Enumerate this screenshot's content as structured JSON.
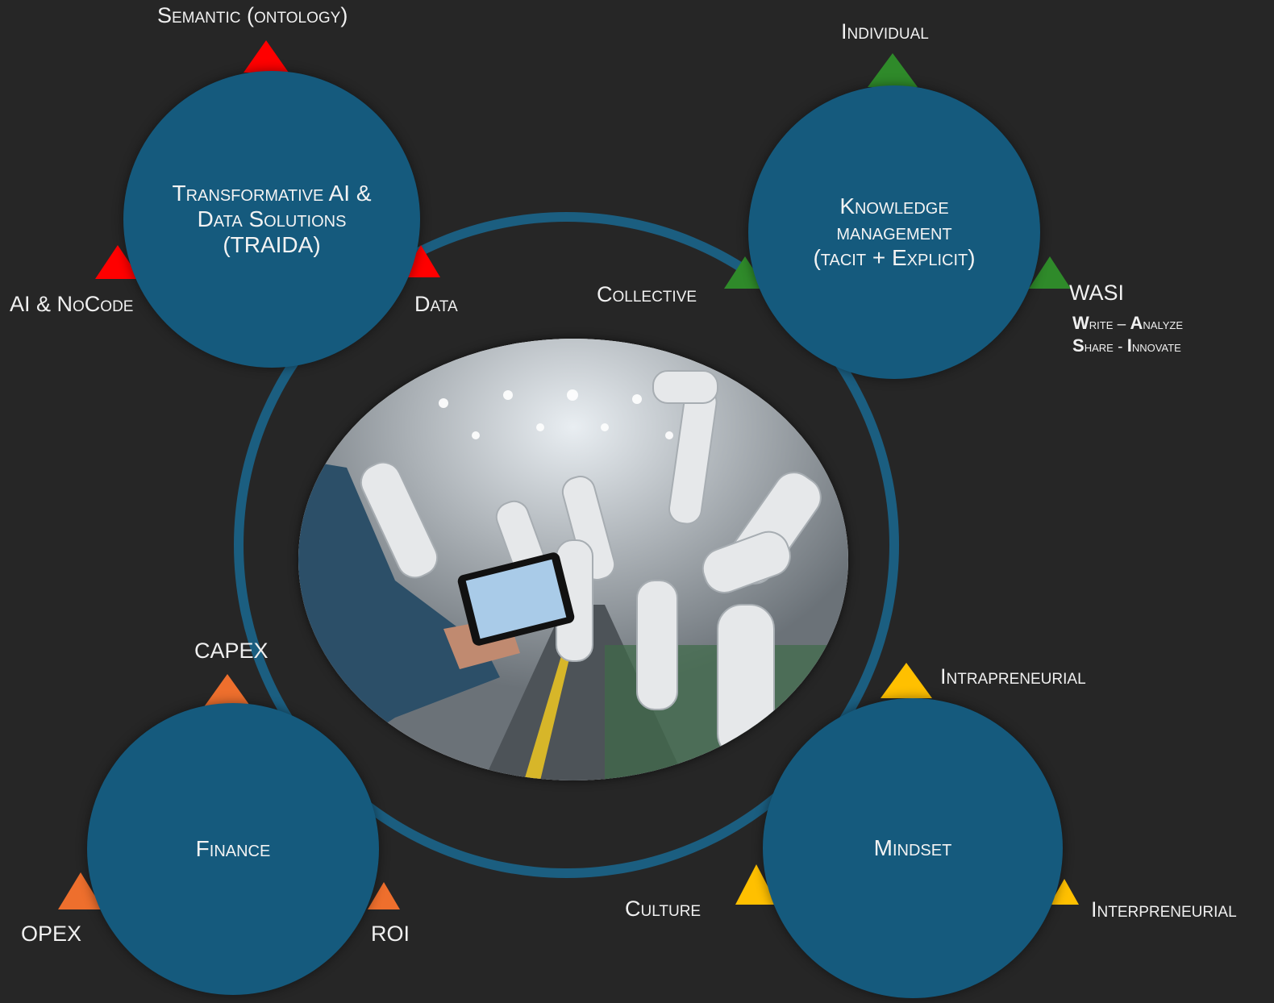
{
  "colors": {
    "background": "#262626",
    "node_fill": "#155a7d",
    "ring": "#1b5e80",
    "red": "#ff0000",
    "green": "#2f8a2a",
    "orange": "#ee6f2d",
    "yellow": "#ffc000"
  },
  "nodes": {
    "traida": "Transformative AI &\nData Solutions\n(TRAIDA)",
    "knowledge": "Knowledge\nmanagement\n(tacit + Explicit)",
    "finance": "Finance",
    "mindset": "Mindset"
  },
  "labels": {
    "semantic": "Semantic (ontology)",
    "ai_nocode": "AI & NoCode",
    "data": "Data",
    "individual": "Individual",
    "collective": "Collective",
    "wasi": "WASI",
    "wasi_line1_w": "W",
    "wasi_line1_rest": "rite – ",
    "wasi_line1_a": "A",
    "wasi_line1_rest2": "nalyze",
    "wasi_line2_s": "S",
    "wasi_line2_rest": "hare - ",
    "wasi_line2_i": "I",
    "wasi_line2_rest2": "nnovate",
    "capex": "CAPEX",
    "opex": "OPEX",
    "roi": "ROI",
    "intrapreneurial": "Intrapreneurial",
    "culture": "Culture",
    "interpreneurial": "Interpreneurial"
  }
}
